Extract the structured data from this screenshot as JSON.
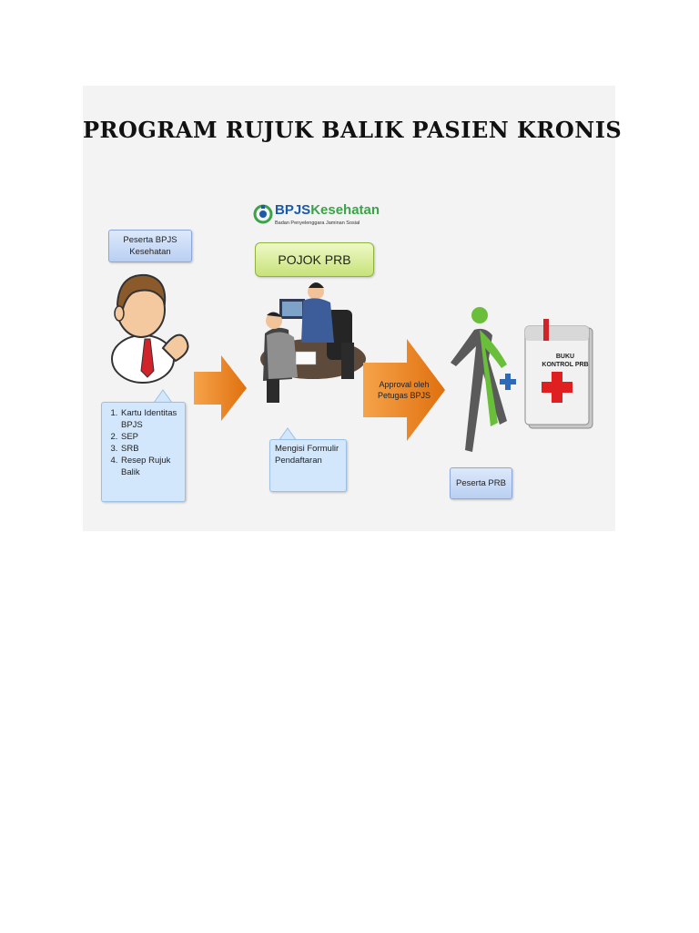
{
  "title": "PROGRAM RUJUK BALIK PASIEN KRONIS",
  "logo": {
    "brand_a": "BPJS",
    "brand_b": "Kesehatan",
    "subtitle": "Badan Penyelenggara Jaminan Sosial"
  },
  "pojok_label": "POJOK PRB",
  "peserta_bpjs": {
    "line1": "Peserta BPJS",
    "line2": "Kesehatan"
  },
  "documents": [
    "Kartu Identitas BPJS",
    "SEP",
    "SRB",
    "Resep Rujuk Balik"
  ],
  "mengisi_label": "Mengisi Formulir Pendaftaran",
  "approval_label": "Approval oleh Petugas BPJS",
  "peserta_prb_label": "Peserta PRB",
  "buku_label": {
    "line1": "BUKU",
    "line2": "KONTROL PRB"
  },
  "colors": {
    "arrow_orange": "#f28a1e",
    "box_blue": "#c9dbf6",
    "pojok_green": "#d6ec95",
    "bpjs_blue": "#1b5aa8",
    "bpjs_green": "#3ea24a",
    "cross_red": "#e02020"
  }
}
